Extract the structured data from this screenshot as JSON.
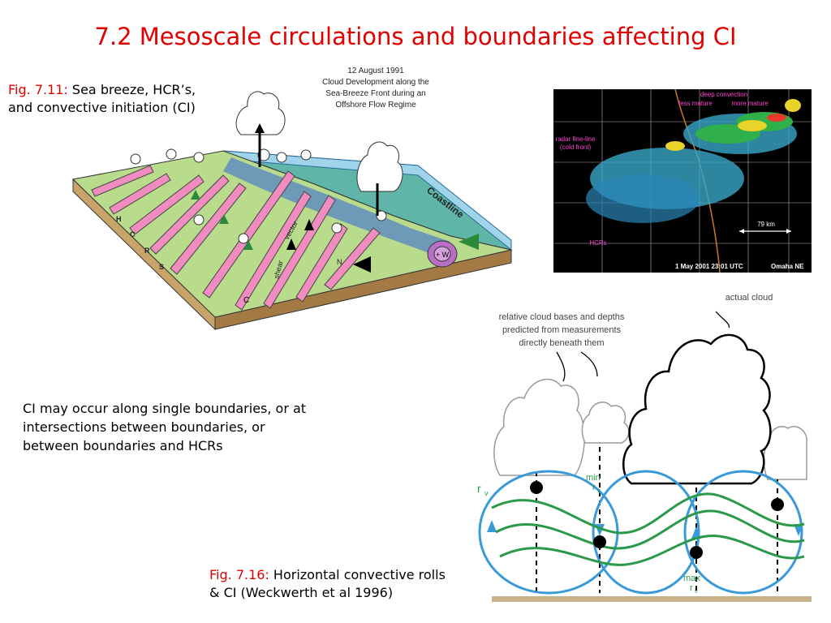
{
  "slide": {
    "title": "7.2 Mesoscale circulations and boundaries affecting CI",
    "caption_711_label": "Fig. 7.11:",
    "caption_711_line1": "Sea breeze, HCR’s,",
    "caption_711_line2": "and convective initiation (CI)",
    "body_line1": "CI may occur along single boundaries, or at",
    "body_line2": "intersections between boundaries, or",
    "body_line3": "between boundaries and HCRs",
    "caption_716_label": "Fig. 7.16:",
    "caption_716_line1": "Horizontal convective rolls",
    "caption_716_line2": "& CI (Weckwerth et al 1996)"
  },
  "figure_711": {
    "header_line1": "12 August 1991",
    "header_line2": "Cloud Development along the",
    "header_line3": "Sea-Breeze Front during an",
    "header_line4": "Offshore Flow Regime",
    "coastline": "Coastline",
    "vector": "vector",
    "shear": "shear",
    "hcrs_letters": [
      "H",
      "C",
      "R",
      "S"
    ],
    "roll_label": "C",
    "w_label": "+ W",
    "n_label": "N"
  },
  "radar": {
    "deep_convection": "deep convection",
    "less_mature": "less mature",
    "more_mature": "more mature",
    "fine_line_1": "radar fine-line",
    "fine_line_2": "(cold front)",
    "hcrs": "HCRs",
    "scale": "79 km",
    "timestamp": "1 May 2001 23:01 UTC",
    "location": "Omaha NE"
  },
  "figure_716": {
    "actual_cloud": "actual cloud",
    "pred_line1": "relative cloud bases and depths",
    "pred_line2": "predicted from measurements",
    "pred_line3": "directly beneath them",
    "rv": "r",
    "rv_sub": "v",
    "min": "min",
    "max": "max"
  },
  "colors": {
    "title": "#e00000",
    "land": "#b8dc8c",
    "sea": "#5fb6a8",
    "roll": "#f08cc0",
    "circulation": "#3a9ad8",
    "moisture": "#2a9a4a"
  }
}
